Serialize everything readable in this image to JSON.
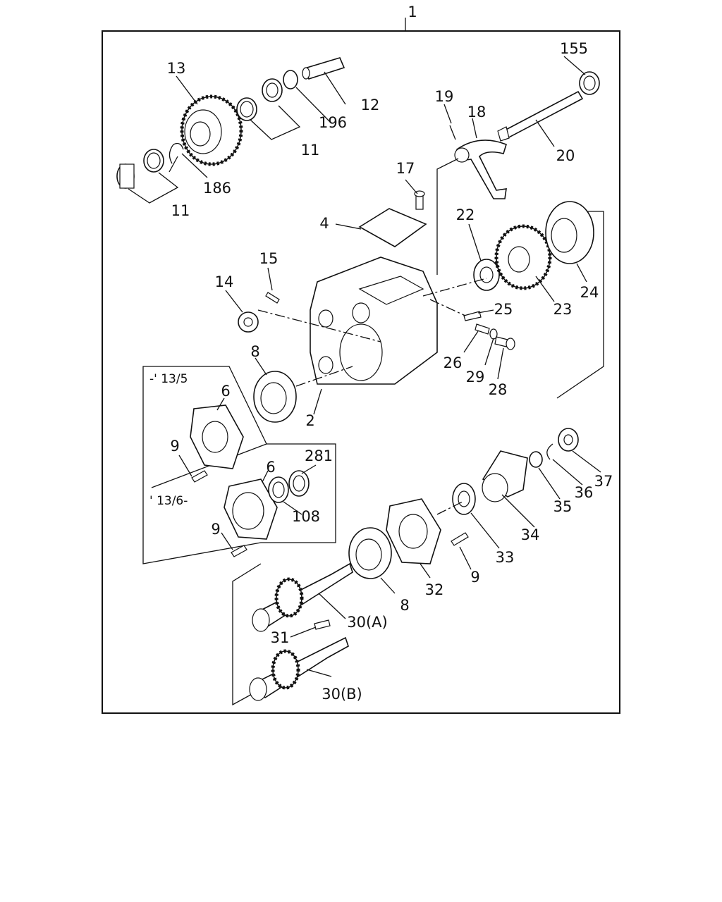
{
  "diagram": {
    "assembly_label": "1",
    "callouts": {
      "p1": "1",
      "p2": "2",
      "p4": "4",
      "p6a": "6",
      "p6b": "6",
      "p8a": "8",
      "p8b": "8",
      "p9a": "9",
      "p9b": "9",
      "p9c": "9",
      "p11a": "11",
      "p11b": "11",
      "p12": "12",
      "p13": "13",
      "p14": "14",
      "p15": "15",
      "p17": "17",
      "p18": "18",
      "p19": "19",
      "p20": "20",
      "p22": "22",
      "p23": "23",
      "p24": "24",
      "p25": "25",
      "p26": "26",
      "p28": "28",
      "p29": "29",
      "p30a": "30(A)",
      "p30b": "30(B)",
      "p31": "31",
      "p32": "32",
      "p33": "33",
      "p34": "34",
      "p35": "35",
      "p36": "36",
      "p37": "37",
      "p108": "108",
      "p155": "155",
      "p186": "186",
      "p196": "196",
      "p281": "281"
    },
    "variant_notes": {
      "before": "-' 13/5",
      "after": "' 13/6-"
    }
  }
}
